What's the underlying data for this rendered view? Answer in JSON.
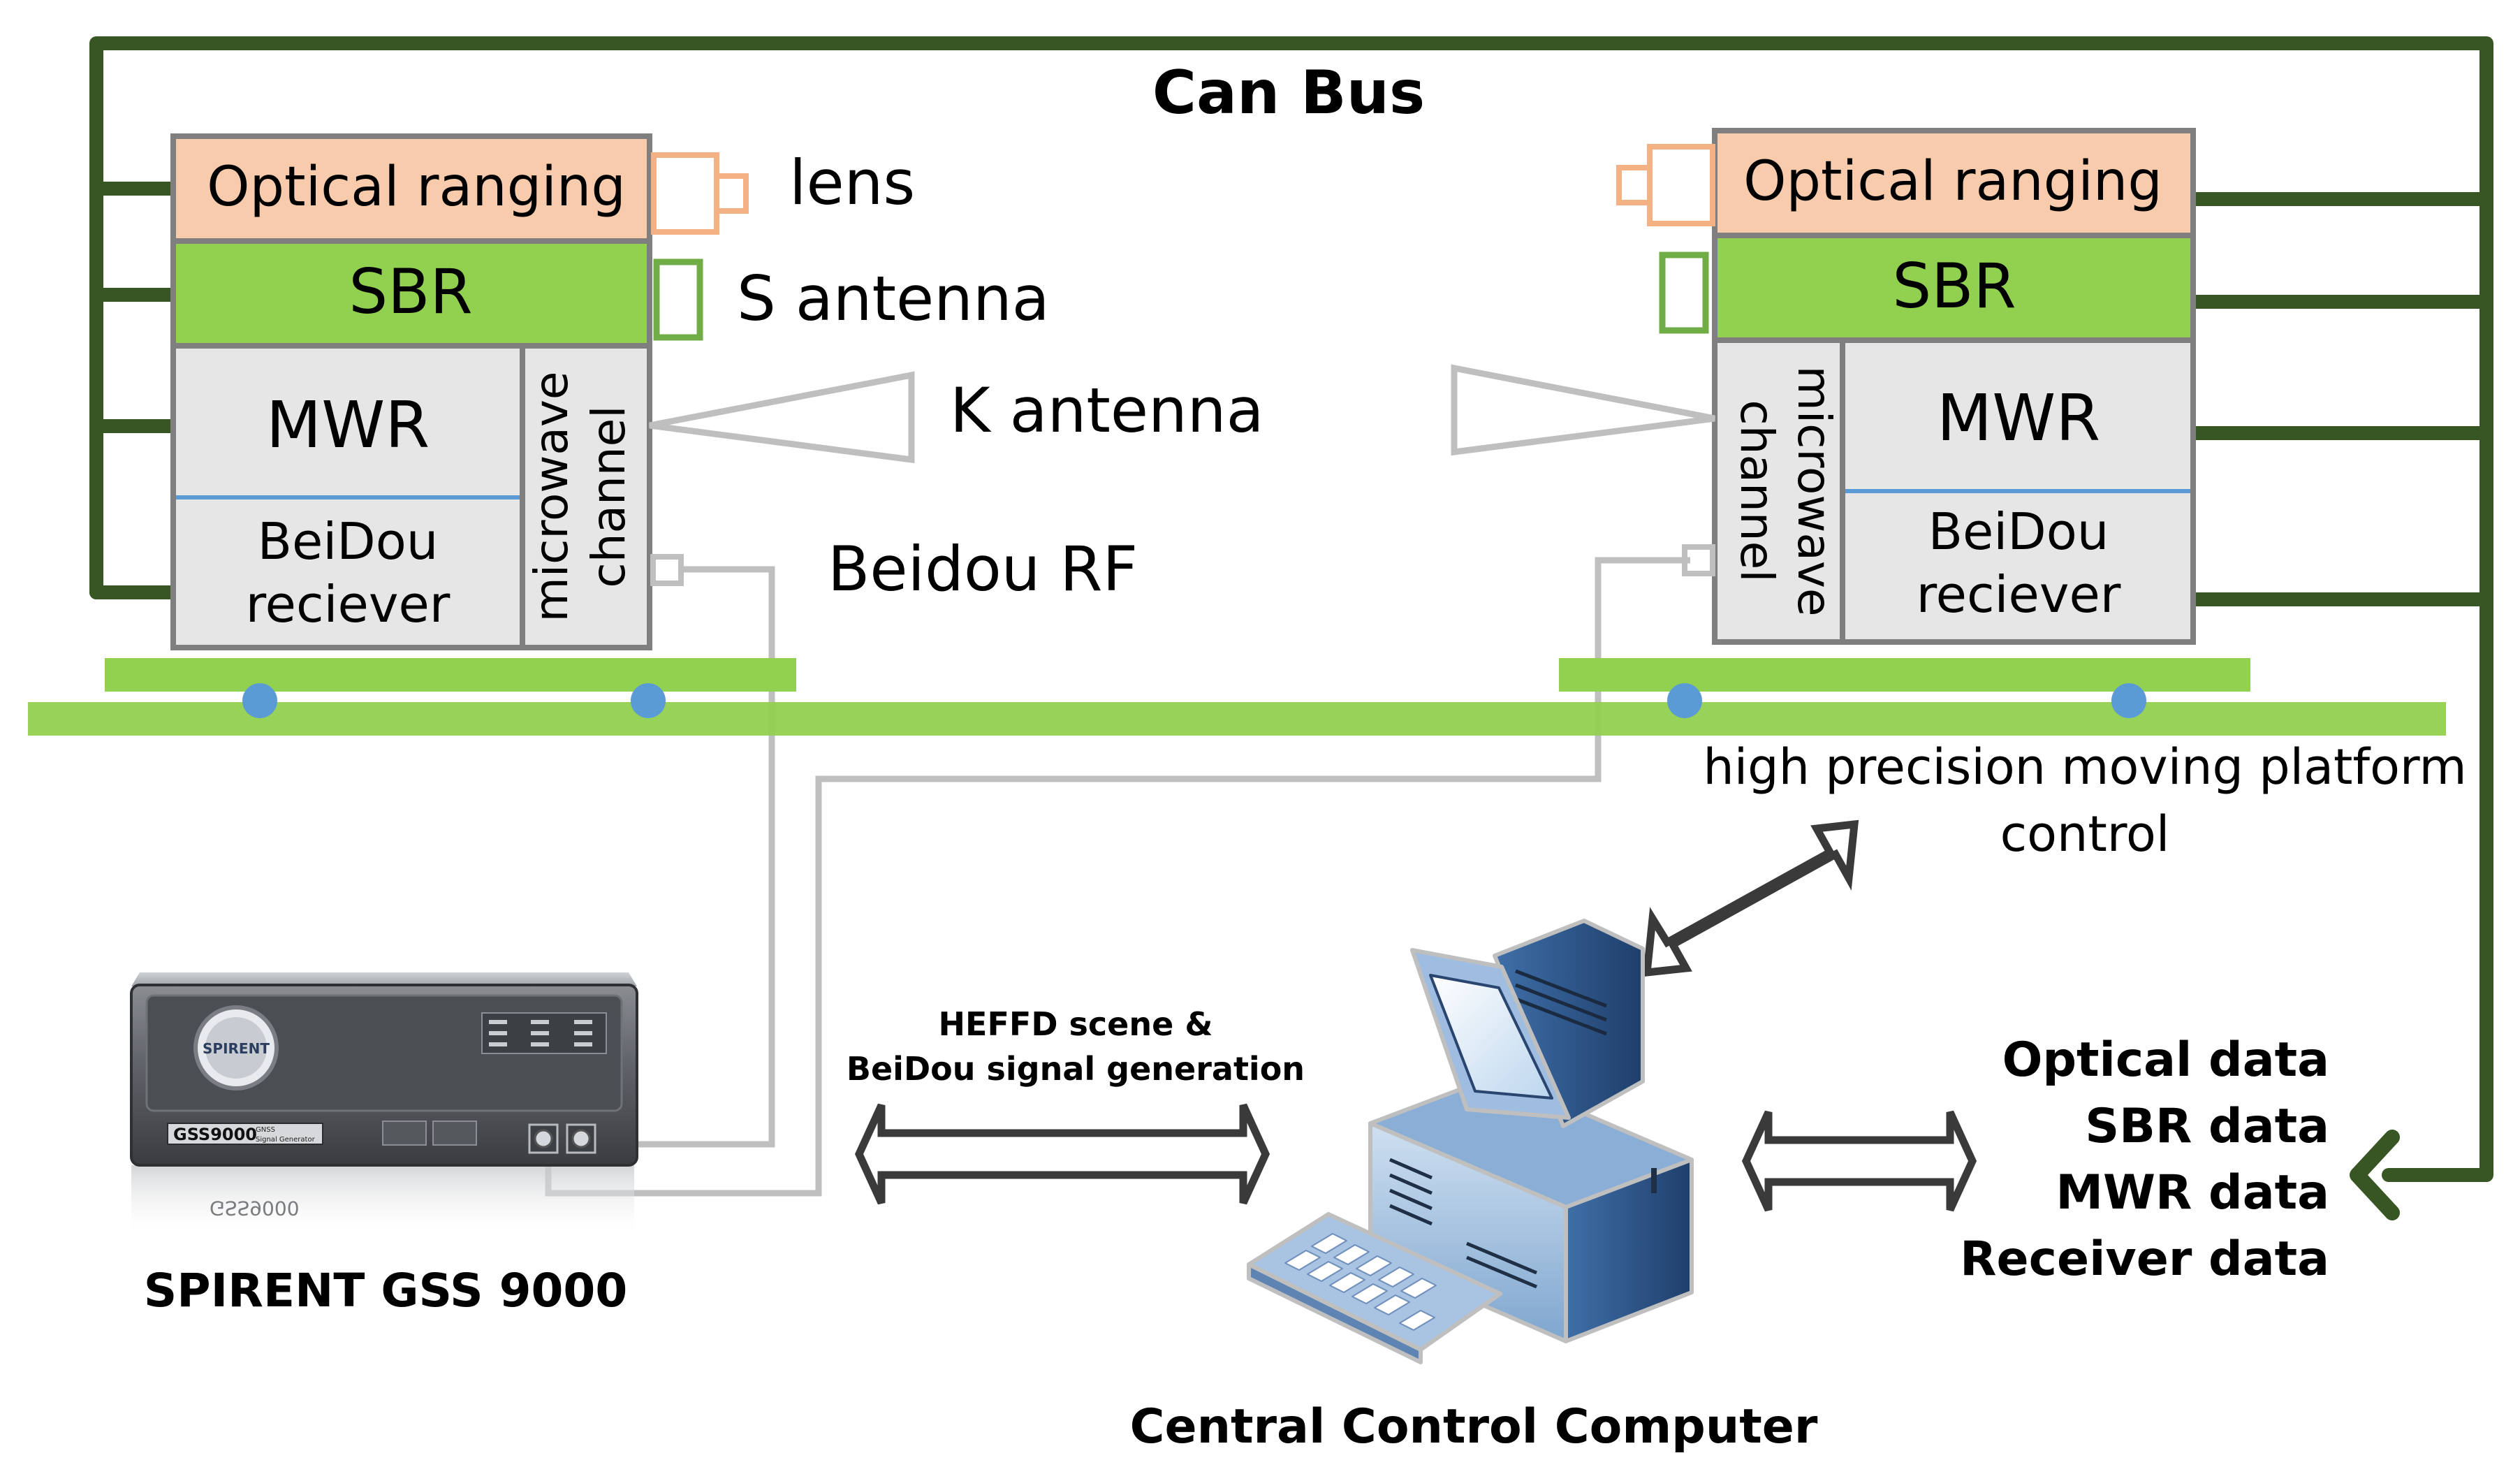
{
  "colors": {
    "can_bus": "#375623",
    "optical": "#F8CBAD",
    "optical_border": "#F4B183",
    "sbr": "#92D050",
    "sbr_border": "#70AD47",
    "box_fill": "#E7E6E6",
    "box_border": "#7F7F7F",
    "divider_blue": "#5B9BD5",
    "rail_green": "#92D050",
    "mount_dot": "#5B9BD5",
    "cable_gray": "#BFBFBF",
    "text": "#000000"
  },
  "can_bus": {
    "label": "Can Bus"
  },
  "left_unit": {
    "optical_label": "Optical ranging",
    "sbr_label": "SBR",
    "mwr_label": "MWR",
    "beidou_line1": "BeiDou",
    "beidou_line2": "reciever",
    "channel_line1": "microwave",
    "channel_line2": "channel"
  },
  "right_unit": {
    "optical_label": "Optical ranging",
    "sbr_label": "SBR",
    "mwr_label": "MWR",
    "beidou_line1": "BeiDou",
    "beidou_line2": "reciever",
    "channel_line1": "microwave",
    "channel_line2": "channel"
  },
  "labels": {
    "lens": "lens",
    "s_antenna": "S antenna",
    "k_antenna": "K antenna",
    "beidou_rf": "Beidou RF",
    "platform_line1": "high precision moving platform",
    "platform_line2": "control",
    "heffd_line1": "HEFFD scene &",
    "heffd_line2": "BeiDou signal generation",
    "central_computer": "Central Control Computer",
    "spirent": "SPIRENT GSS 9000"
  },
  "data_list": [
    "Optical data",
    "SBR data",
    "MWR data",
    "Receiver data"
  ],
  "device": {
    "logo": "SPIRENT",
    "model": "GSS9000",
    "model_sub1": "GNSS",
    "model_sub2": "Signal Generator",
    "reflection": "GSS9000"
  },
  "icons": [
    "computer-icon",
    "signal-generator-icon",
    "lens-icon",
    "s-antenna-icon",
    "k-antenna-horn-icon",
    "rf-port-icon",
    "double-arrow-icon"
  ]
}
